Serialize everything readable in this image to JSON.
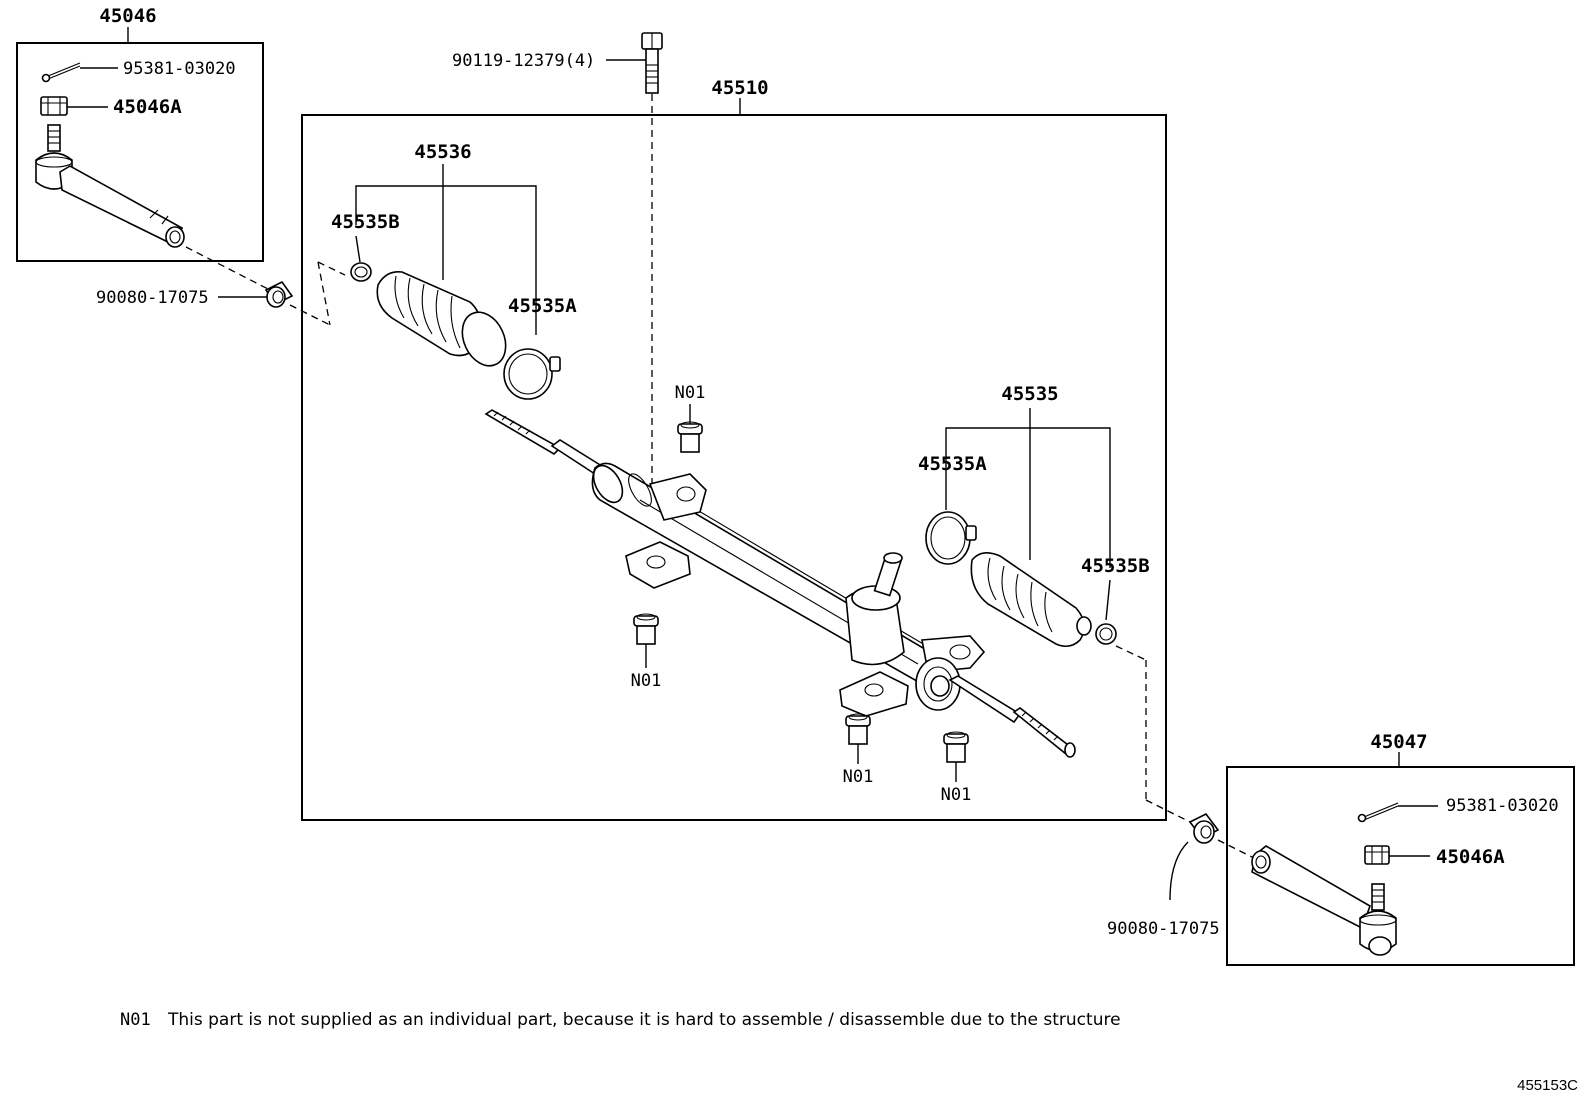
{
  "labels": {
    "assy_45046": "45046",
    "pin_95381_left": "95381-03020",
    "nut_45046a_left": "45046A",
    "bolt_90119": "90119-12379(4)",
    "gear_assy_45510": "45510",
    "boot_45536": "45536",
    "clamp_45535b_left": "45535B",
    "clamp_45535a_left": "45535A",
    "nut_90080_left": "90080-17075",
    "n01_top": "N01",
    "boot_45535": "45535",
    "clamp_45535a_right": "45535A",
    "clamp_45535b_right": "45535B",
    "n01_left": "N01",
    "n01_bottom_mid": "N01",
    "n01_bottom_right": "N01",
    "assy_45047": "45047",
    "pin_95381_right": "95381-03020",
    "nut_45046a_right": "45046A",
    "nut_90080_right": "90080-17075"
  },
  "footnote": {
    "code": "N01",
    "text": "This part is not supplied as an individual part, because it is hard to assemble / disassemble due to the structure"
  },
  "ref_code": "455153C"
}
